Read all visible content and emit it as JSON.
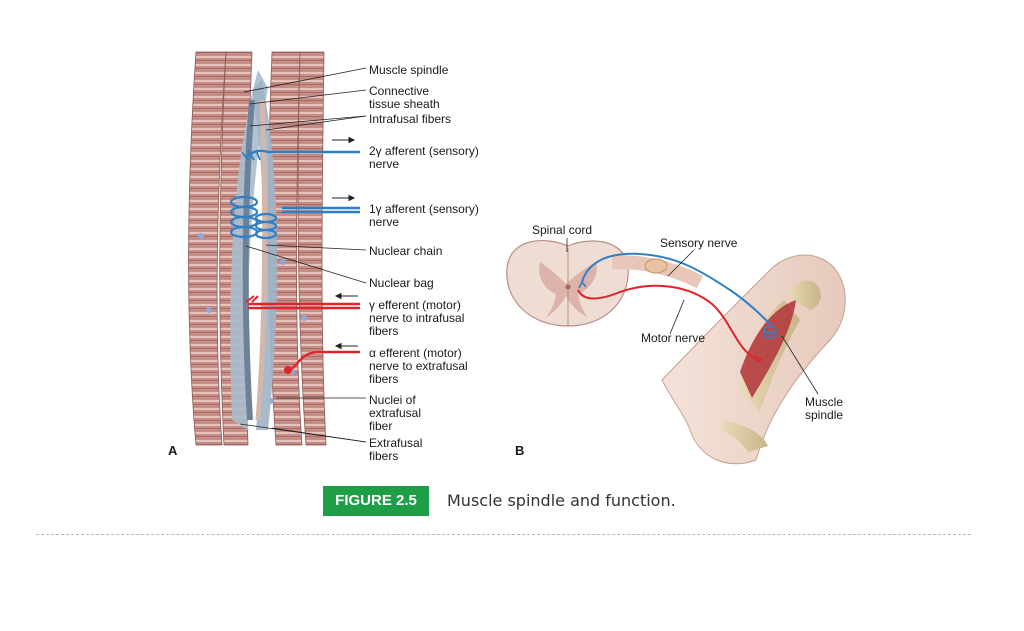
{
  "panel_a": {
    "panel_label": "A",
    "labels": {
      "muscle_spindle": "Muscle spindle",
      "connective_tissue_sheath": [
        "Connective",
        "tissue sheath"
      ],
      "intrafusal_fibers": "Intrafusal fibers",
      "afferent_2": [
        "2γ afferent (sensory)",
        "nerve"
      ],
      "afferent_1": [
        "1γ afferent (sensory)",
        "nerve"
      ],
      "nuclear_chain": "Nuclear chain",
      "nuclear_bag": "Nuclear bag",
      "gamma_efferent": [
        "γ efferent (motor)",
        "nerve to intrafusal",
        "fibers"
      ],
      "alpha_efferent": [
        "α efferent (motor)",
        "nerve to extrafusal",
        "fibers"
      ],
      "nuclei_extrafusal": [
        "Nuclei of",
        "extrafusal",
        "fiber"
      ],
      "extrafusal_fibers": [
        "Extrafusal",
        "fibers"
      ]
    }
  },
  "panel_b": {
    "panel_label": "B",
    "labels": {
      "spinal_cord": "Spinal cord",
      "sensory_nerve": "Sensory nerve",
      "motor_nerve": "Motor nerve",
      "muscle_spindle": [
        "Muscle",
        "spindle"
      ]
    }
  },
  "caption": {
    "figure_number": "FIGURE 2.5",
    "text": "Muscle spindle and function."
  },
  "colors": {
    "sensory_nerve": "#2f7fc6",
    "motor_nerve": "#e0242b",
    "muscle": "#c99088",
    "badge": "#1f9e48"
  }
}
